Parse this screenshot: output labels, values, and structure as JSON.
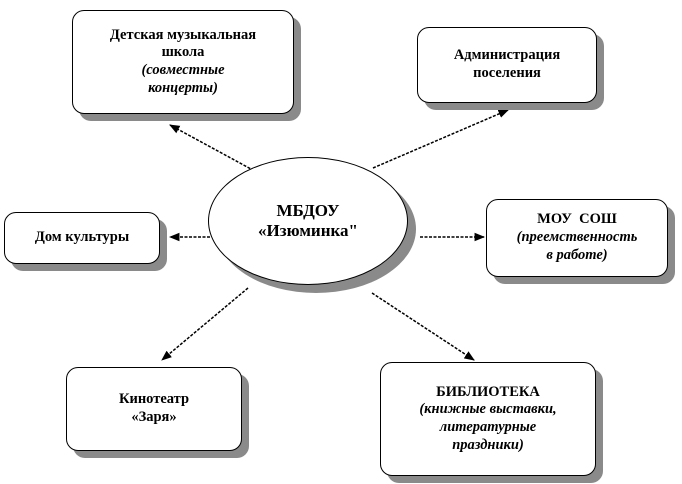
{
  "center": {
    "line1": "МБДОУ",
    "line2": "«Изюминка\""
  },
  "nodes": {
    "music_school": {
      "title_line1": "Детская музыкальная",
      "title_line2": "школа",
      "note_line1": "(совместные",
      "note_line2": "концерты)"
    },
    "administration": {
      "title_line1": "Администрация",
      "title_line2": "поселения"
    },
    "culture_house": {
      "title": "Дом культуры"
    },
    "school": {
      "title": "МОУ  СОШ",
      "note_line1": "(преемственность",
      "note_line2": "в работе)"
    },
    "cinema": {
      "title_line1": "Кинотеатр",
      "title_line2": "«Заря»"
    },
    "library": {
      "title": "БИБЛИОТЕКА",
      "note_line1": "(книжные выставки,",
      "note_line2": "литературные",
      "note_line3": "праздники)"
    }
  },
  "colors": {
    "line": "#000000",
    "shadow": "#8a8a8a",
    "fill": "#ffffff"
  }
}
